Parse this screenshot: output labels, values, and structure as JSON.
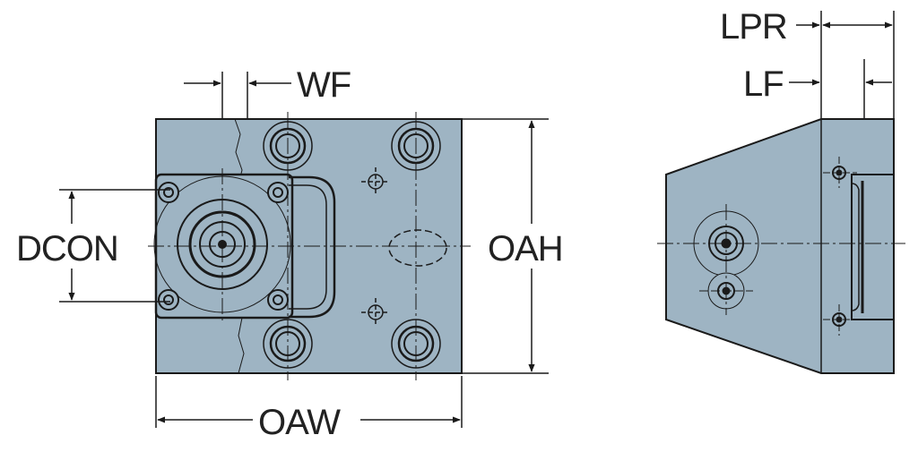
{
  "colors": {
    "body_fill": "#9eb4c3",
    "outline": "#1a1a1a",
    "line": "#1a1a1a",
    "text": "#222222"
  },
  "labels": {
    "wf": "WF",
    "dcon": "DCON",
    "oah": "OAH",
    "oaw": "OAW",
    "lpr": "LPR",
    "lf": "LF"
  },
  "views": {
    "front": "front-view",
    "side": "side-view"
  }
}
